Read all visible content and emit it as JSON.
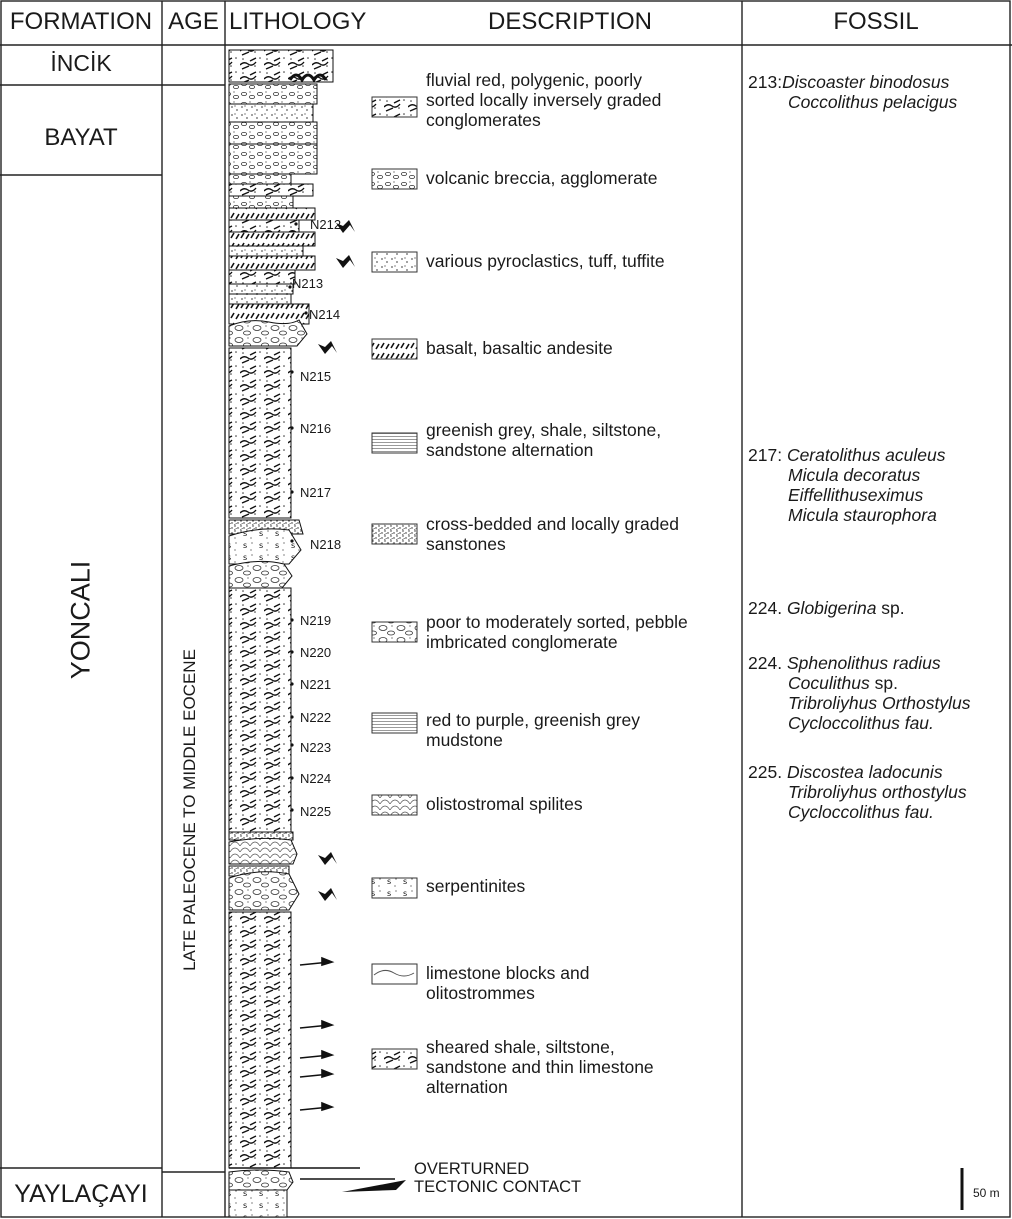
{
  "headers": {
    "formation": "FORMATION",
    "age": "AGE",
    "lithology": "LITHOLOGY",
    "description": "DESCRIPTION",
    "fossil": "FOSSIL"
  },
  "formations": {
    "incik": "İNCİK",
    "bayat": "BAYAT",
    "yoncali": "YONCALI",
    "yaylacayi": "YAYLAÇAYI"
  },
  "age": "LATE PALEOCENE TO MIDDLE EOCENE",
  "legend": [
    {
      "lines": [
        "fluvial red, polygenic, poorly",
        "sorted locally inversely graded",
        "conglomerates"
      ],
      "pattern": "red-conglomerate"
    },
    {
      "lines": [
        "volcanic breccia, agglomerate"
      ],
      "pattern": "volcanic-breccia"
    },
    {
      "lines": [
        "various pyroclastics, tuff, tuffite"
      ],
      "pattern": "pyroclastics"
    },
    {
      "lines": [
        "basalt, basaltic andesite"
      ],
      "pattern": "basalt"
    },
    {
      "lines": [
        "greenish grey, shale, siltstone,",
        "sandstone alternation"
      ],
      "pattern": "shale-siltstone"
    },
    {
      "lines": [
        "cross-bedded and locally graded",
        "sanstones"
      ],
      "pattern": "sandstone"
    },
    {
      "lines": [
        "poor to moderately sorted, pebble",
        "imbricated conglomerate"
      ],
      "pattern": "pebble-conglomerate"
    },
    {
      "lines": [
        "red to purple, greenish grey",
        "mudstone"
      ],
      "pattern": "mudstone"
    },
    {
      "lines": [
        "olistostromal spilites"
      ],
      "pattern": "spilites"
    },
    {
      "lines": [
        "serpentinites"
      ],
      "pattern": "serpentinite"
    },
    {
      "lines": [
        "limestone blocks and",
        "olitostrommes"
      ],
      "pattern": "limestone-blocks"
    },
    {
      "lines": [
        "sheared shale, siltstone,",
        "sandstone and thin limestone",
        "alternation"
      ],
      "pattern": "sheared-shale"
    }
  ],
  "contact": {
    "lines": [
      "OVERTURNED",
      "TECTONIC CONTACT"
    ]
  },
  "samples": [
    "N212",
    "N213",
    "N214",
    "N215",
    "N216",
    "N217",
    "N218",
    "N219",
    "N220",
    "N221",
    "N222",
    "N223",
    "N224",
    "N225"
  ],
  "fossils": {
    "f213_prefix": "213:",
    "f213_1": "Discoaster binodosus",
    "f213_2": "Coccolithus pelacigus",
    "f217_prefix": "217: ",
    "f217_1": "Ceratolithus aculeus",
    "f217_2": "Micula decoratus",
    "f217_3": "Eiffellithuseximus",
    "f217_4": "Micula staurophora",
    "f224a_prefix": "224. ",
    "f224a_1": "Globigerina",
    "f224a_1_suffix": " sp.",
    "f224b_prefix": "224. ",
    "f224b_1": "Sphenolithus radius",
    "f224b_2": "Coculithus",
    "f224b_2_suffix": " sp.",
    "f224b_3": "Tribroliyhus Orthostylus",
    "f224b_4": "Cycloccolithus fau.",
    "f225_prefix": "225. ",
    "f225_1": "Discostea ladocunis",
    "f225_2": "Tribroliyhus orthostylus",
    "f225_3": "Cycloccolithus fau."
  },
  "scale": "50 m"
}
